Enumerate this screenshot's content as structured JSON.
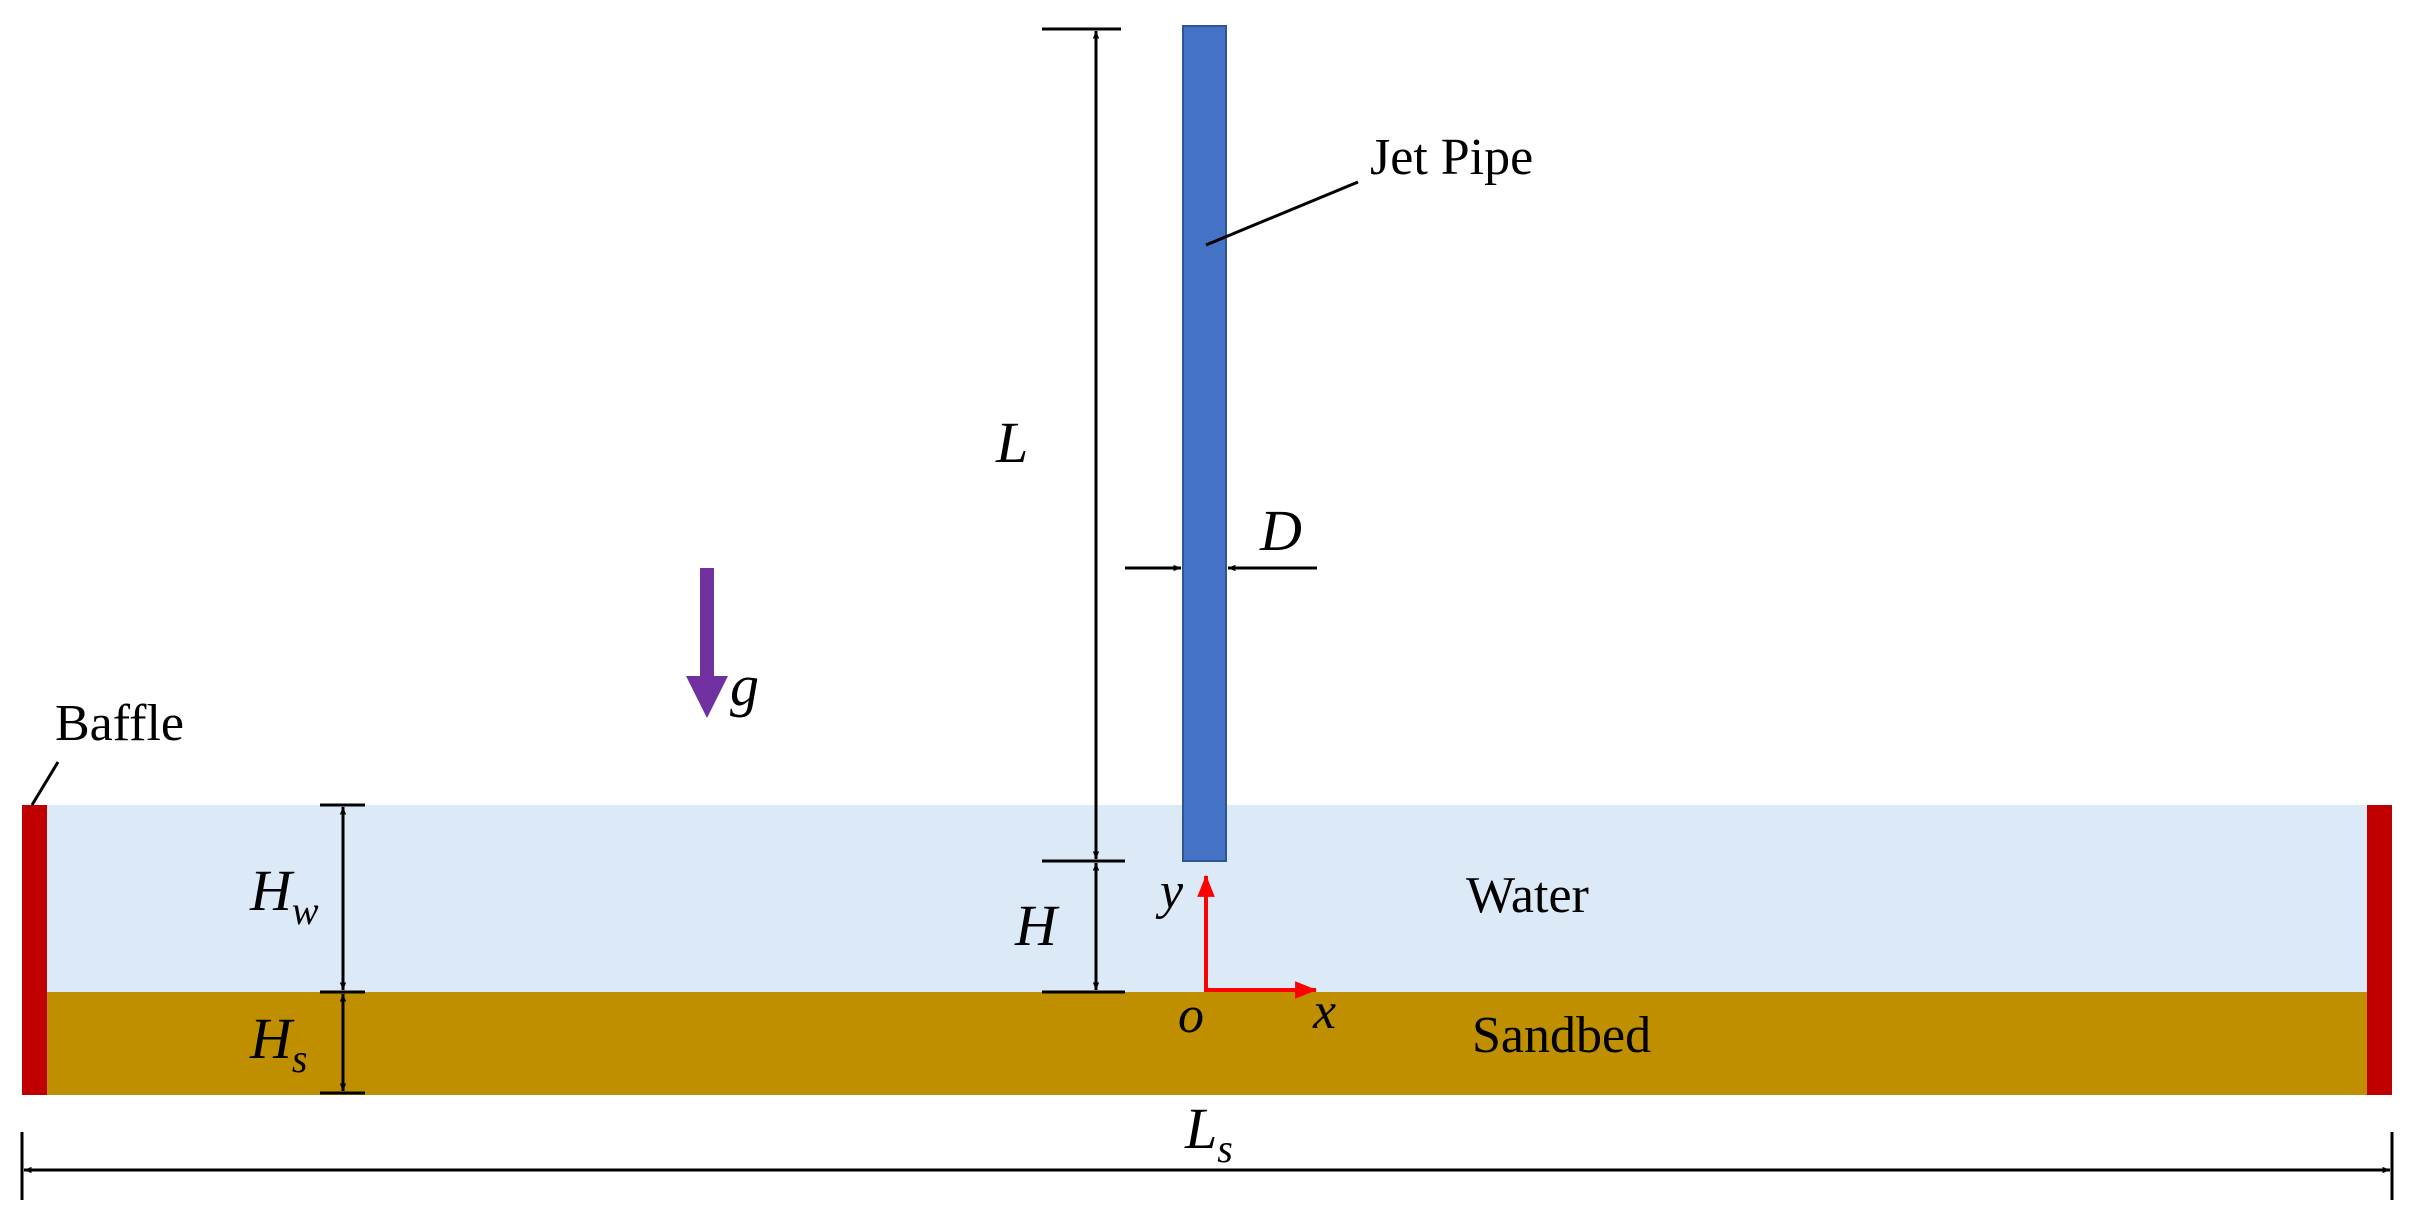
{
  "labels": {
    "jet_pipe": "Jet Pipe",
    "baffle": "Baffle",
    "water": "Water",
    "sandbed": "Sandbed",
    "gravity": "g",
    "pipe_length": "L",
    "pipe_diameter": "D",
    "jet_height": "H",
    "water_depth_main": "H",
    "water_depth_sub": "w",
    "sand_depth_main": "H",
    "sand_depth_sub": "s",
    "domain_length_main": "L",
    "domain_length_sub": "s",
    "axis_x": "x",
    "axis_y": "y",
    "origin": "o"
  },
  "colors": {
    "water": "#dce9f6",
    "sand": "#bf8f00",
    "baffle": "#c00000",
    "pipe": "#4472c4",
    "pipe_edge": "#2f5597",
    "gravity_arrow": "#7030a0",
    "axes": "#ff0000",
    "dimension_lines": "#000000"
  }
}
